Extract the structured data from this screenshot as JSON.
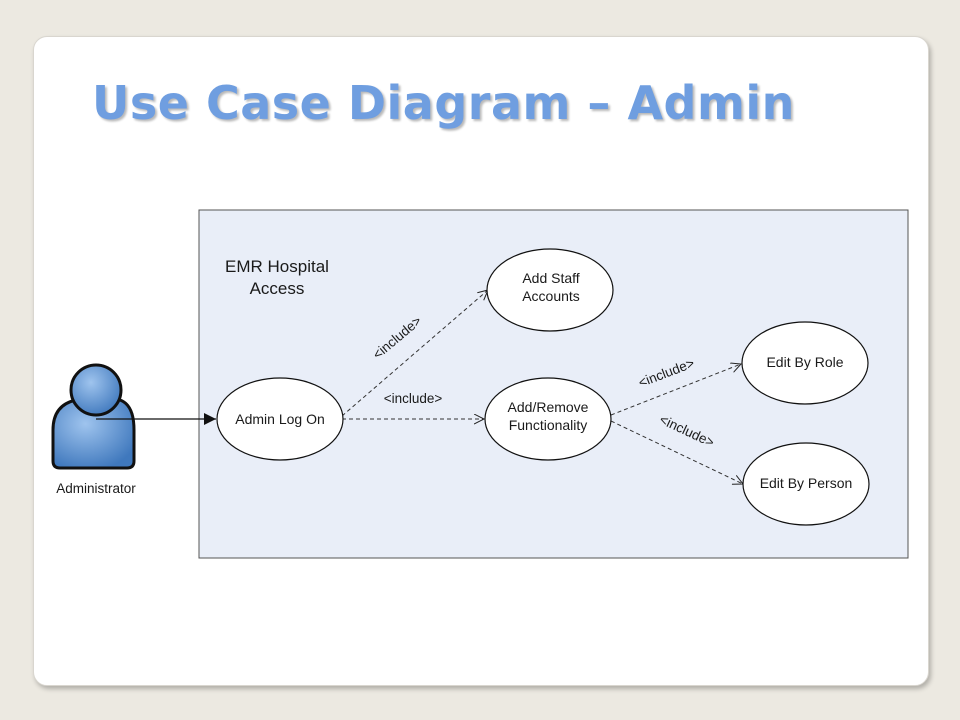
{
  "title": "Use Case Diagram – Admin",
  "system_boundary": {
    "label_line1": "EMR Hospital",
    "label_line2": "Access"
  },
  "actor": {
    "name": "Administrator"
  },
  "use_cases": {
    "admin_logon": "Admin Log On",
    "add_staff_line1": "Add Staff",
    "add_staff_line2": "Accounts",
    "add_remove_line1": "Add/Remove",
    "add_remove_line2": "Functionality",
    "edit_by_role": "Edit By Role",
    "edit_by_person": "Edit By Person"
  },
  "relations": {
    "logon_to_addstaff": "<include>",
    "logon_to_addremove": "<include>",
    "addremove_to_role": "<include>",
    "addremove_to_person": "<include>"
  },
  "colors": {
    "title": "#6f9ee0",
    "boundary_fill": "#e9eef8",
    "actor_fill": "#5a90cf"
  }
}
